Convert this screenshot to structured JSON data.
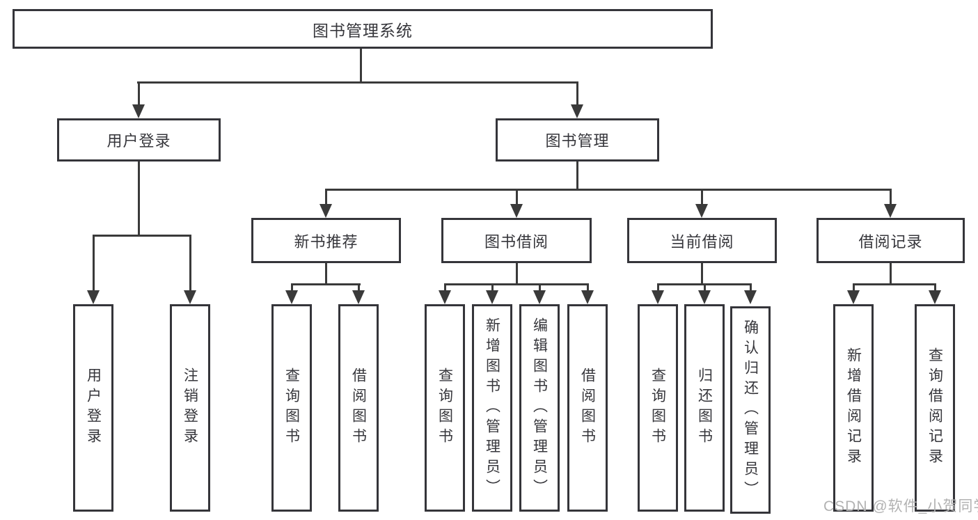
{
  "nodes": {
    "root": "图书管理系统",
    "user_login": "用户登录",
    "book_mgmt": "图书管理",
    "new_book_rec": "新书推荐",
    "book_borrow": "图书借阅",
    "current_borrow": "当前借阅",
    "borrow_record": "借阅记录",
    "leaf_user_login": "用户登录",
    "leaf_logout": "注销登录",
    "leaf_query_book_1": "查询图书",
    "leaf_borrow_book_1": "借阅图书",
    "leaf_query_book_2": "查询图书",
    "leaf_add_book": "新增图书（管理员）",
    "leaf_edit_book": "编辑图书（管理员）",
    "leaf_borrow_book_2": "借阅图书",
    "leaf_query_book_3": "查询图书",
    "leaf_return_book": "归还图书",
    "leaf_confirm_return": "确认归还（管理员）",
    "leaf_add_record": "新增借阅记录",
    "leaf_query_record": "查询借阅记录"
  },
  "watermark": {
    "text": "CSDN @软件_小贺同学"
  },
  "colors": {
    "line": "#3a3a3a",
    "box_border": "#35353a",
    "text": "#36363b",
    "watermark": "#b2b2b2",
    "background": "#ffffff"
  }
}
